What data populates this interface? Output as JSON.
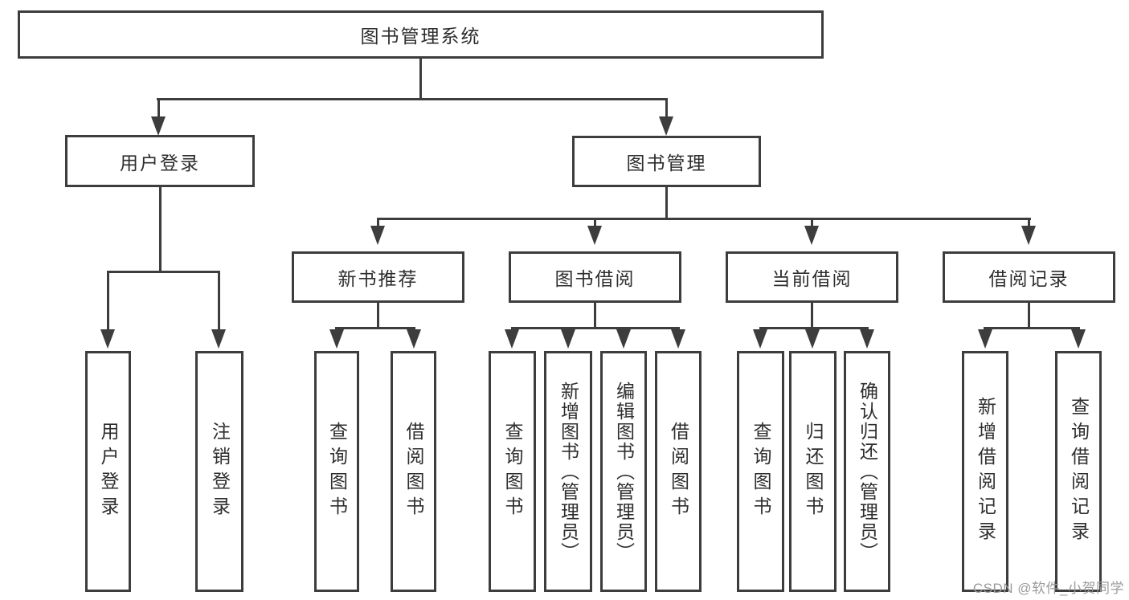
{
  "tree": {
    "root": {
      "label": "图书管理系统"
    },
    "branches": [
      {
        "label": "用户登录",
        "children": [
          {
            "label": "用户登录"
          },
          {
            "label": "注销登录"
          }
        ]
      },
      {
        "label": "图书管理",
        "children": [
          {
            "label": "新书推荐",
            "children": [
              {
                "label": "查询图书"
              },
              {
                "label": "借阅图书"
              }
            ]
          },
          {
            "label": "图书借阅",
            "children": [
              {
                "label": "查询图书"
              },
              {
                "label": "新增图书（管理员）"
              },
              {
                "label": "编辑图书（管理员）"
              },
              {
                "label": "借阅图书"
              }
            ]
          },
          {
            "label": "当前借阅",
            "children": [
              {
                "label": "查询图书"
              },
              {
                "label": "归还图书"
              },
              {
                "label": "确认归还（管理员）"
              }
            ]
          },
          {
            "label": "借阅记录",
            "children": [
              {
                "label": "新增借阅记录"
              },
              {
                "label": "查询借阅记录"
              }
            ]
          }
        ]
      }
    ]
  },
  "watermark": {
    "text": "CSDN @软件_小贺同学"
  },
  "colors": {
    "line": "#3d3d3d",
    "box_border": "#3d3d3d",
    "box_fill": "#ffffff",
    "text": "#2e2e2e",
    "watermark": "#9b9b9b",
    "background": "#ffffff"
  }
}
